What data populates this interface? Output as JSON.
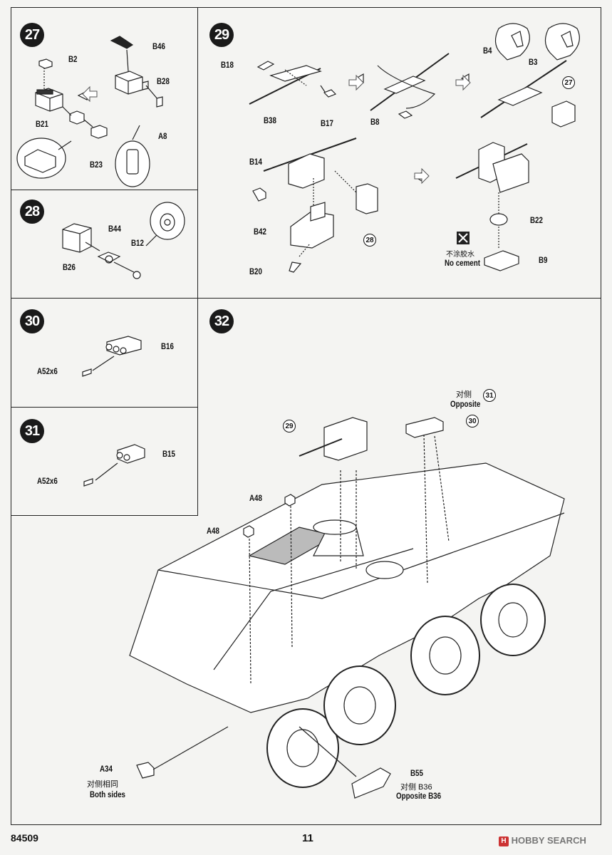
{
  "steps": {
    "s27": {
      "number": "27",
      "parts": {
        "b46": "B46",
        "b2": "B2",
        "b28": "B28",
        "b21": "B21",
        "a8": "A8",
        "b23": "B23"
      }
    },
    "s28": {
      "number": "28",
      "parts": {
        "b44": "B44",
        "b12": "B12",
        "b26": "B26"
      }
    },
    "s29": {
      "number": "29",
      "parts": {
        "b18": "B18",
        "b38": "B38",
        "b17": "B17",
        "b8": "B8",
        "b4": "B4",
        "b3": "B3",
        "b14": "B14",
        "b42": "B42",
        "b20": "B20",
        "b22": "B22",
        "b9": "B9"
      },
      "ref_27": "27",
      "ref_28": "28",
      "no_cement_cn": "不涂胶水",
      "no_cement_en": "No cement"
    },
    "s30": {
      "number": "30",
      "parts": {
        "b16": "B16",
        "a52": "A52x6"
      }
    },
    "s31": {
      "number": "31",
      "parts": {
        "b15": "B15",
        "a52": "A52x6"
      }
    },
    "s32": {
      "number": "32",
      "ref_29": "29",
      "ref_30": "30",
      "ref_31": "31",
      "opposite_cn": "对侧",
      "opposite_en": "Opposite",
      "parts": {
        "a48_1": "A48",
        "a48_2": "A48",
        "a34": "A34",
        "b55": "B55"
      },
      "a34_cn": "对侧相同",
      "a34_en": "Both sides",
      "b55_cn": "对侧 B36",
      "b55_en": "Opposite B36"
    }
  },
  "footer": {
    "product_code": "84509",
    "page_number": "11",
    "watermark": "HOBBY SEARCH"
  }
}
